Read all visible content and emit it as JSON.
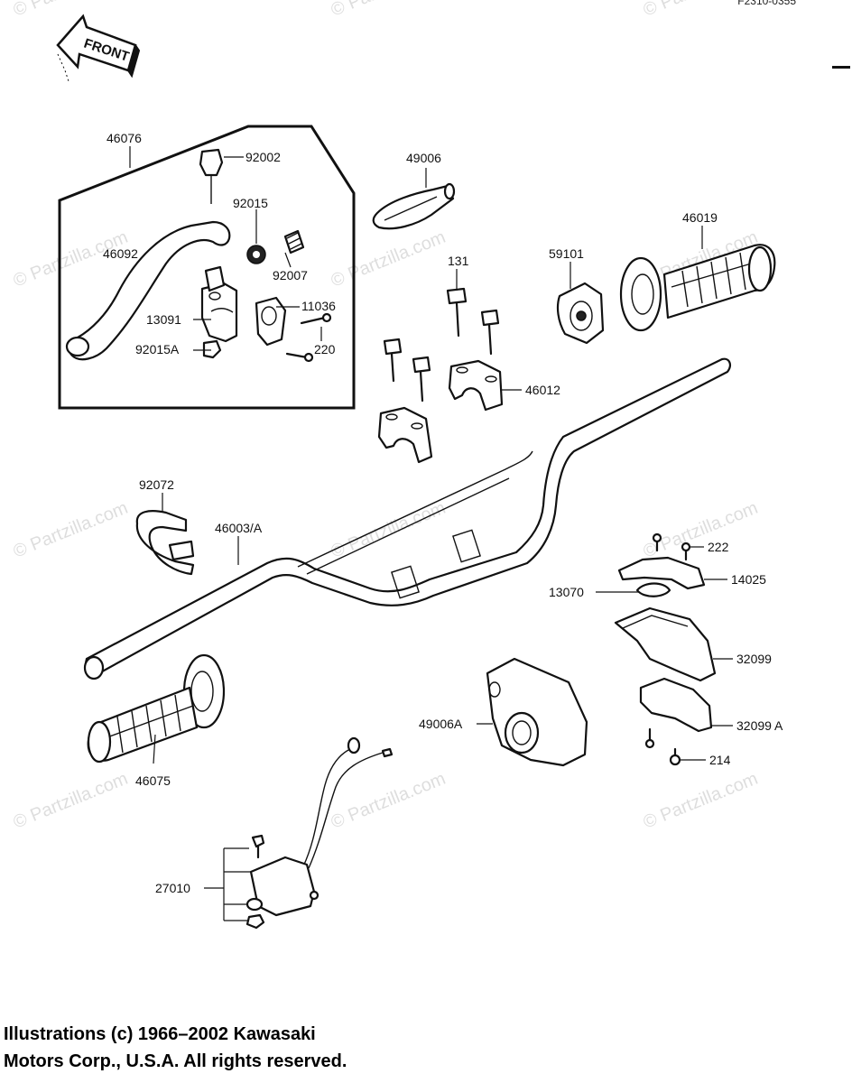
{
  "figure": {
    "code": "F2310-0355",
    "front_label": "FRONT",
    "watermark": "© Partzilla.com"
  },
  "labels": {
    "p46076": "46076",
    "p92002": "92002",
    "p92015": "92015",
    "p46092": "46092",
    "p92007": "92007",
    "p11036": "11036",
    "p13091": "13091",
    "p92015a": "92015A",
    "p220": "220",
    "p49006": "49006",
    "p131": "131",
    "p59101": "59101",
    "p46019": "46019",
    "p46012": "46012",
    "p92072": "92072",
    "p46003a": "46003/A",
    "p222": "222",
    "p14025": "14025",
    "p13070": "13070",
    "p32099": "32099",
    "p49006a": "49006A",
    "p32099a": "32099 A",
    "p214": "214",
    "p46075": "46075",
    "p27010": "27010"
  },
  "copyright": {
    "line1": "Illustrations (c) 1966–2002 Kawasaki",
    "line2": "Motors Corp., U.S.A.  All rights reserved."
  }
}
